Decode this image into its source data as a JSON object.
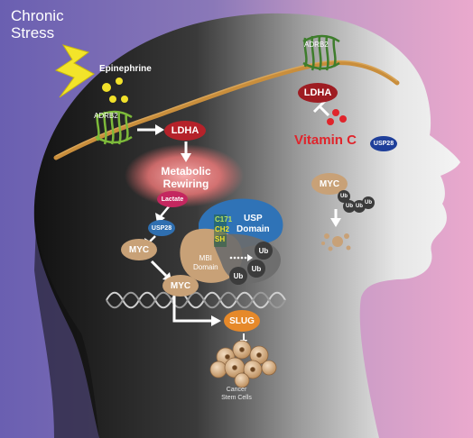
{
  "stress": {
    "line1": "Chronic",
    "line2": "Stress"
  },
  "epinephrine": "Epinephrine",
  "adrb2_left": "ADRB2",
  "adrb2_right": "ADRB2",
  "ldha_left": "LDHA",
  "ldha_right": "LDHA",
  "metabolic": {
    "line1": "Metabolic",
    "line2": "Rewiring"
  },
  "lactate": "Lactate",
  "usp28_left": "USP28",
  "usp28_right": "USP28",
  "myc_1": "MYC",
  "myc_2": "MYC",
  "myc_right": "MYC",
  "usp_domain": {
    "line1": "USP",
    "line2": "Domain"
  },
  "mbi_domain": {
    "line1": "MBI",
    "line2": "Domain"
  },
  "residues": {
    "c171": "C171",
    "ch2": "CH2",
    "sh": "SH"
  },
  "ub": "Ub",
  "vitamin_c": "Vitamin C",
  "slug": "SLUG",
  "csc": {
    "line1": "Cancer",
    "line2": "Stem Cells"
  },
  "colors": {
    "ldha": "#b5222a",
    "vitamin_c": "#e0242b",
    "usp28": "#2f6fb0",
    "myc": "#c8a177",
    "slug": "#e6892a",
    "lactate": "#c4275f",
    "nerve": "#c98e3c",
    "receptor": "#7dba3a",
    "bg_left": "#6a5fb1",
    "bg_right": "#e6a6cc"
  }
}
